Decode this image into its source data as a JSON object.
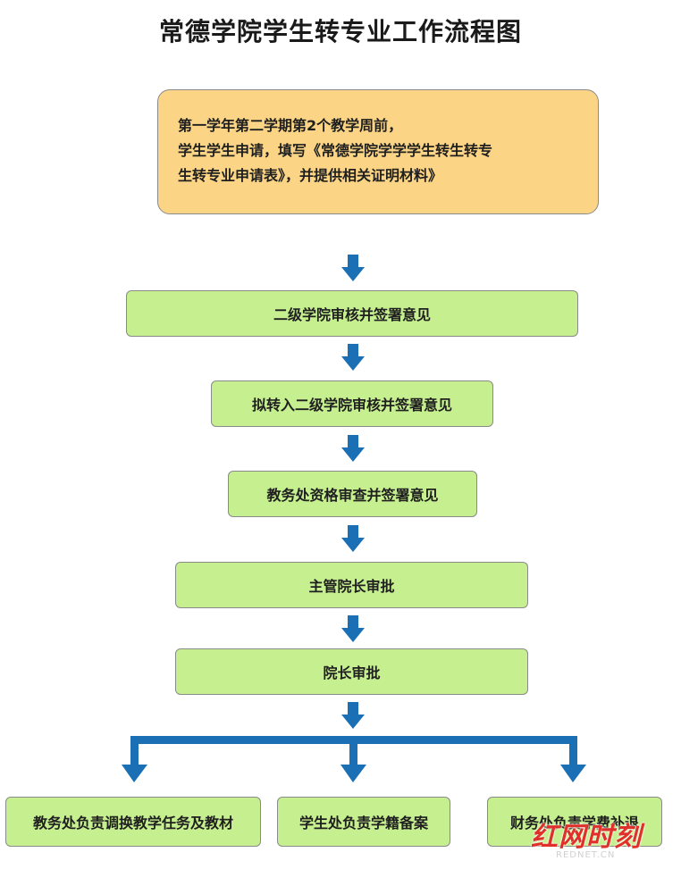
{
  "title": "常德学院学生转专业工作流程图",
  "start": {
    "lines": [
      "第一学年第二学期第2个教学周前，",
      "学生学生申请，填写《常德学院学学学生转生转专",
      "生转专业申请表》，并提供相关证明材料》"
    ]
  },
  "steps": [
    "二级学院审核并签署意见",
    "拟转入二级学院审核并签署意见",
    "教务处资格审查并签署意见",
    "主管院长审批",
    "院长审批"
  ],
  "outcomes": [
    "教务处负责调换教学任务及教材",
    "学生处负责学籍备案",
    "财务处负责学费补退"
  ],
  "watermark": {
    "logo": "红网时刻",
    "domain": "REDNET.CN"
  },
  "colors": {
    "arrow": "#1a6fb5",
    "step_fill": "#c6ef8f",
    "start_fill": "#fbd585"
  }
}
